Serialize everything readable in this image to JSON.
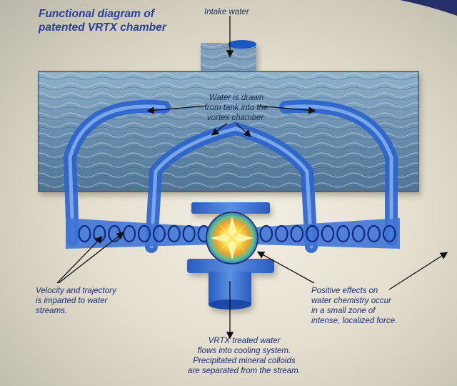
{
  "title": {
    "line1": "Functional diagram of",
    "line2": "patented VRTX chamber"
  },
  "labels": {
    "intake": "Intake water",
    "tank": {
      "line1": "Water is drawn",
      "line2": "from tank into the",
      "line3": "vortex chamber."
    },
    "velocity": {
      "line1": "Velocity and trajectory",
      "line2": "is imparted to water",
      "line3": "streams."
    },
    "positive": {
      "line1": "Positive effects on",
      "line2": "water chemistry occur",
      "line3": "in a small zone of",
      "line4": "intense, localized force."
    },
    "treated": {
      "line1": "VRTX treated water",
      "line2": "flows into cooling system.",
      "line3": "Precipitated mineral colloids",
      "line4": "are separated from the stream."
    }
  },
  "colors": {
    "accent": "#2a3f97",
    "water": "#3a6fd0",
    "tank": "#6f92b0",
    "burst": "#f5d020"
  }
}
